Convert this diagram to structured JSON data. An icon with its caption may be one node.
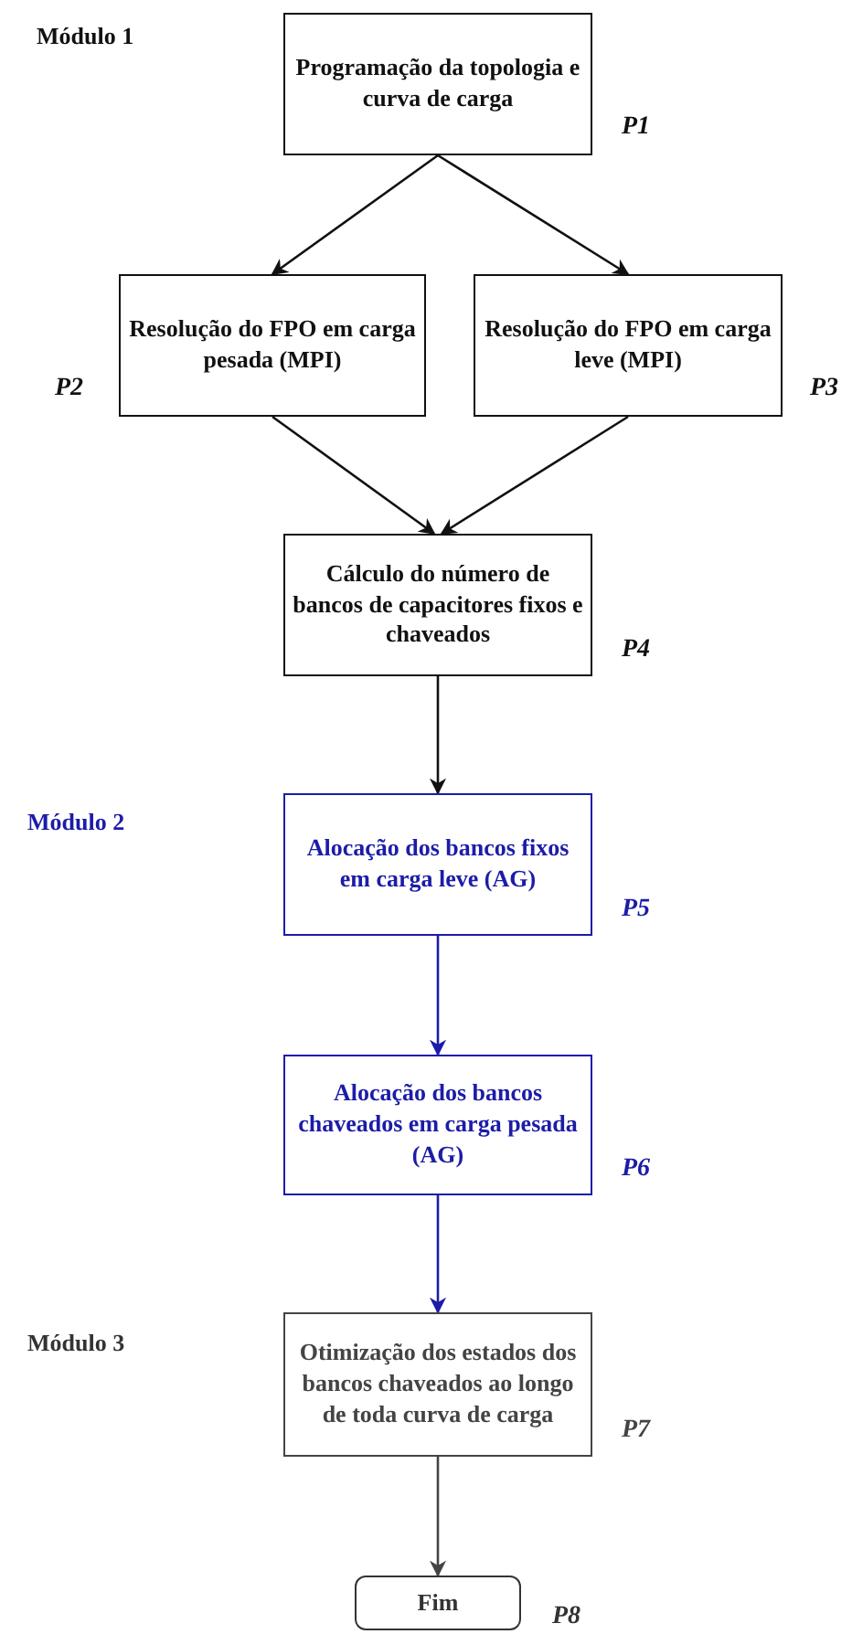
{
  "diagram": {
    "nodes": [
      {
        "text": [
          "Programação da topologia e curva de carga"
        ],
        "beside": [
          "P1"
        ]
      },
      {
        "text": [
          "Resolução do FPO em carga pesada  (MPI)"
        ],
        "beside": [
          "P2"
        ]
      },
      {
        "text": [
          "Resolução do FPO em carga leve (MPI)"
        ],
        "beside": [
          "P3"
        ]
      },
      {
        "text": [
          "Cálculo do número de bancos de capacitores fixos e chaveados"
        ],
        "beside": [
          "P4"
        ]
      },
      {
        "text": [
          "Alocação dos bancos fixos em carga leve (AG)"
        ],
        "beside": [
          "P5"
        ]
      },
      {
        "text": [
          "Alocação dos bancos chaveados em carga pesada (AG)"
        ],
        "beside": [
          "P6"
        ]
      },
      {
        "text": [
          "Otimização dos estados dos bancos chaveados ao longo de toda curva de carga"
        ],
        "beside": [
          "P7"
        ]
      },
      {
        "text": [
          "Fim"
        ],
        "beside": [
          "P8"
        ]
      }
    ],
    "edges": [
      {
        "from": 0,
        "to": 1,
        "arrow": "to"
      },
      {
        "from": 0,
        "to": 2,
        "arrow": "to"
      },
      {
        "from": 1,
        "to": 3,
        "arrow": "to"
      },
      {
        "from": 2,
        "to": 3,
        "arrow": "to"
      },
      {
        "from": 3,
        "to": 4,
        "arrow": "to"
      },
      {
        "from": 4,
        "to": 5,
        "arrow": "to",
        "color": "#1c1ca8"
      },
      {
        "from": 5,
        "to": 6,
        "arrow": "to",
        "color": "#1c1ca8"
      },
      {
        "from": 6,
        "to": 7,
        "arrow": "to",
        "color": "#444444"
      }
    ],
    "labels": [
      "Módulo 1",
      "Módulo 2",
      "Módulo 3"
    ]
  }
}
